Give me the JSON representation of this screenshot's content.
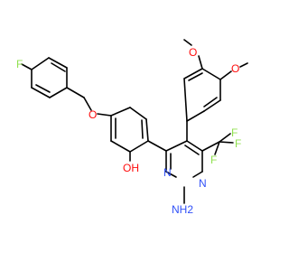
{
  "colors": {
    "background": "#ffffff",
    "bond": "#000000",
    "oxygen": "#ff0d0d",
    "nitrogen": "#3050f8",
    "fluorine": "#90e050"
  },
  "atoms": {
    "f_para": {
      "text": "F",
      "element": "fluorine"
    },
    "o_ether": {
      "text": "O",
      "element": "oxygen"
    },
    "oh_phenol": {
      "text": "OH",
      "element": "oxygen"
    },
    "o_methoxy_top": {
      "text": "O",
      "element": "oxygen"
    },
    "o_methoxy_right": {
      "text": "O",
      "element": "oxygen"
    },
    "f_cf3_a": {
      "text": "F",
      "element": "fluorine"
    },
    "f_cf3_b": {
      "text": "F",
      "element": "fluorine"
    },
    "f_cf3_c": {
      "text": "F",
      "element": "fluorine"
    },
    "n_ring_left": {
      "text": "N",
      "element": "nitrogen"
    },
    "n_ring_right": {
      "text": "N",
      "element": "nitrogen"
    },
    "nh2_amino": {
      "text": "NH2",
      "element": "nitrogen"
    }
  }
}
